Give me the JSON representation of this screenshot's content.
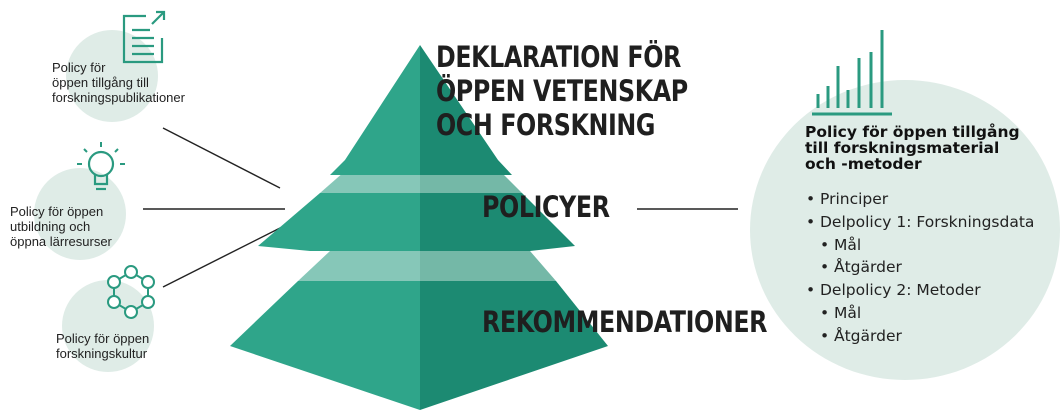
{
  "pyramid": {
    "levels": [
      {
        "lines": [
          "DEKLARATION FÖR",
          "ÖPPEN VETENSKAP",
          "OCH FORSKNING"
        ]
      },
      {
        "lines": [
          "POLICYER"
        ]
      },
      {
        "lines": [
          "REKOMMENDATIONER"
        ]
      }
    ]
  },
  "left_items": [
    {
      "icon": "document-icon",
      "lines": [
        "Policy för",
        "öppen tillgång till",
        "forskningspublikationer"
      ]
    },
    {
      "icon": "lightbulb-icon",
      "lines": [
        "Policy för öppen",
        "utbildning och",
        "öppna lärresurser"
      ]
    },
    {
      "icon": "network-icon",
      "lines": [
        "Policy för öppen",
        "forskningskultur"
      ]
    }
  ],
  "right_panel": {
    "icon": "bar-chart-icon",
    "title_lines": [
      "Policy för öppen tillgång",
      "till forskningsmaterial",
      "och -metoder"
    ],
    "items": [
      {
        "text": "Principer",
        "level": 0
      },
      {
        "text": "Delpolicy 1: Forskningsdata",
        "level": 0
      },
      {
        "text": "Mål",
        "level": 1
      },
      {
        "text": "Åtgärder",
        "level": 1
      },
      {
        "text": "Delpolicy 2: Metoder",
        "level": 0
      },
      {
        "text": "Mål",
        "level": 1
      },
      {
        "text": "Åtgärder",
        "level": 1
      }
    ],
    "bullet": "•"
  },
  "colors": {
    "pyramid_left": "#2fa58a",
    "pyramid_right": "#1c8a72",
    "band_left": "#86c7b8",
    "band_right": "#74b8a7",
    "bubble": "#dfece7",
    "icon": "#2a9a80"
  }
}
